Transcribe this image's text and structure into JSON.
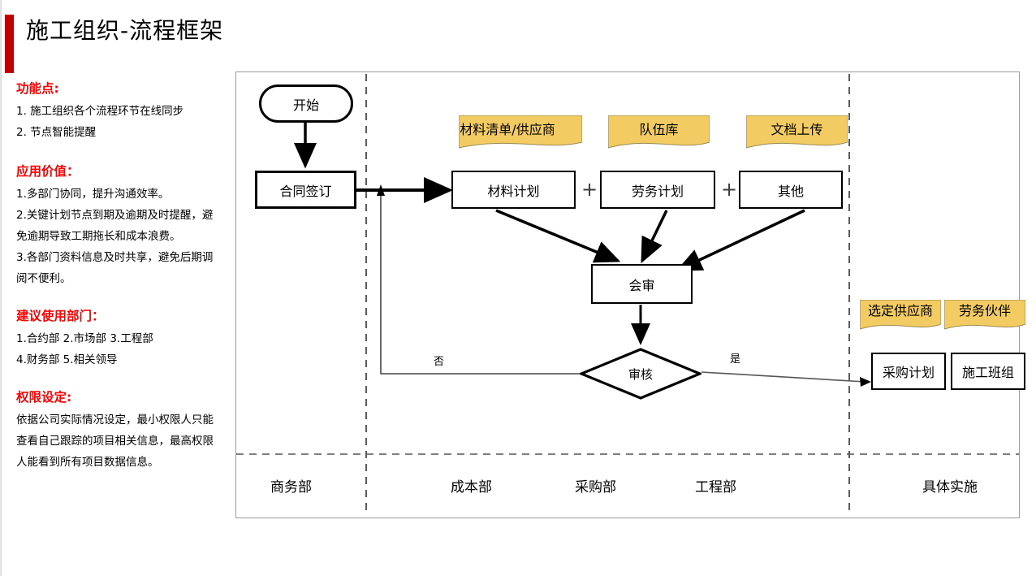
{
  "header": {
    "title": "施工组织-流程框架",
    "accent_color": "#c00000"
  },
  "info": {
    "sections": [
      {
        "heading": "功能点:",
        "lines": [
          "1. 施工组织各个流程环节在线同步",
          "2. 节点智能提醒"
        ]
      },
      {
        "heading": "应用价值：",
        "lines": [
          "1.多部门协同，提升沟通效率。",
          "2.关键计划节点到期及逾期及时提醒，避",
          "免逾期导致工期拖长和成本浪费。",
          "3.各部门资料信息及时共享，避免后期调",
          "阅不便利。"
        ]
      },
      {
        "heading": "建议使用部门：",
        "lines": [
          "1.合约部 2.市场部 3.工程部",
          "4.财务部 5.相关领导"
        ]
      },
      {
        "heading": "权限设定:",
        "lines": [
          "依据公司实际情况设定，最小权限人只能",
          "查看自己跟踪的项目相关信息，最高权限",
          "人能看到所有项目数据信息。"
        ]
      }
    ],
    "heading_color": "#ff0000"
  },
  "diagram": {
    "note_color": "#f2cb63",
    "nodes": {
      "start": "开始",
      "contract": "合同签订",
      "material_plan": "材料计划",
      "labor_plan": "劳务计划",
      "other_plan": "其他",
      "joint_review": "会审",
      "approval": "审核",
      "purchase_plan": "采购计划",
      "construction_team": "施工班组"
    },
    "notes": {
      "material_list": "材料清单/供应商",
      "team_library": "队伍库",
      "doc_upload": "文档上传",
      "selected_supplier": "选定供应商",
      "labor_partner": "劳务伙伴"
    },
    "connectors": {
      "plus_1": "+",
      "plus_2": "+",
      "label_no": "否",
      "label_yes": "是"
    },
    "lanes": [
      "商务部",
      "成本部",
      "采购部",
      "工程部",
      "具体实施"
    ]
  }
}
